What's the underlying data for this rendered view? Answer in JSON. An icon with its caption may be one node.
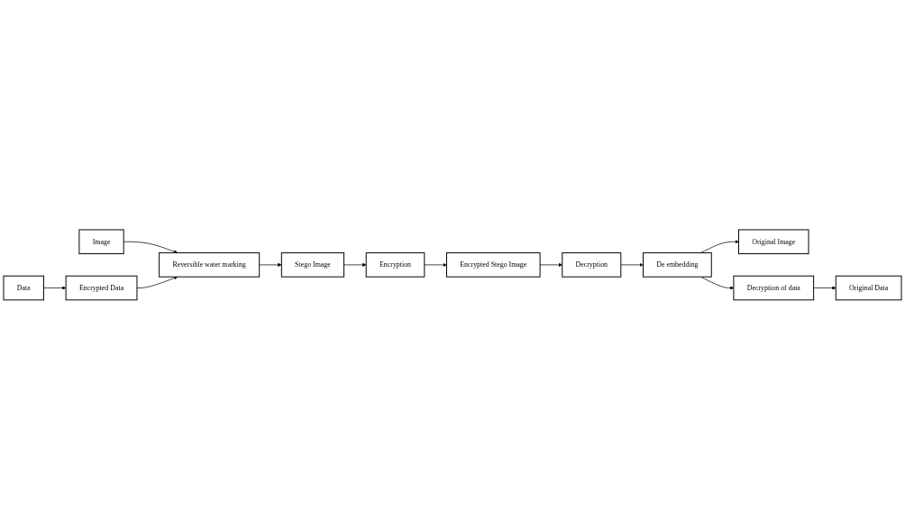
{
  "diagram": {
    "nodes": [
      {
        "text": [
          "Image"
        ]
      },
      {
        "text": [
          "Reversible water marking"
        ]
      },
      {
        "text": [
          "Stego Image"
        ]
      },
      {
        "text": [
          "Encryption"
        ]
      },
      {
        "text": [
          "Data"
        ]
      },
      {
        "text": [
          "Encrypted Data"
        ]
      },
      {
        "text": [
          "Encrypted Stego Image"
        ]
      },
      {
        "text": [
          "Original Image"
        ]
      },
      {
        "text": [
          "De embedding"
        ]
      },
      {
        "text": [
          "Decryption"
        ]
      },
      {
        "text": [
          "Original Data"
        ]
      },
      {
        "text": [
          "Decryption of data"
        ]
      }
    ],
    "edges": [
      {
        "from": 0,
        "to": 1,
        "arrow": "to"
      },
      {
        "from": 1,
        "to": 2,
        "arrow": "to"
      },
      {
        "from": 2,
        "to": 3,
        "arrow": "to"
      },
      {
        "from": 4,
        "to": 5,
        "arrow": "to"
      },
      {
        "from": 5,
        "to": 1,
        "arrow": "to"
      },
      {
        "from": 3,
        "to": 6,
        "arrow": "to"
      },
      {
        "from": 6,
        "to": 9,
        "arrow": "to"
      },
      {
        "from": 9,
        "to": 8,
        "arrow": "to"
      },
      {
        "from": 8,
        "to": 7,
        "arrow": "to"
      },
      {
        "from": 8,
        "to": 11,
        "arrow": "to"
      },
      {
        "from": 11,
        "to": 10,
        "arrow": "to"
      }
    ]
  }
}
